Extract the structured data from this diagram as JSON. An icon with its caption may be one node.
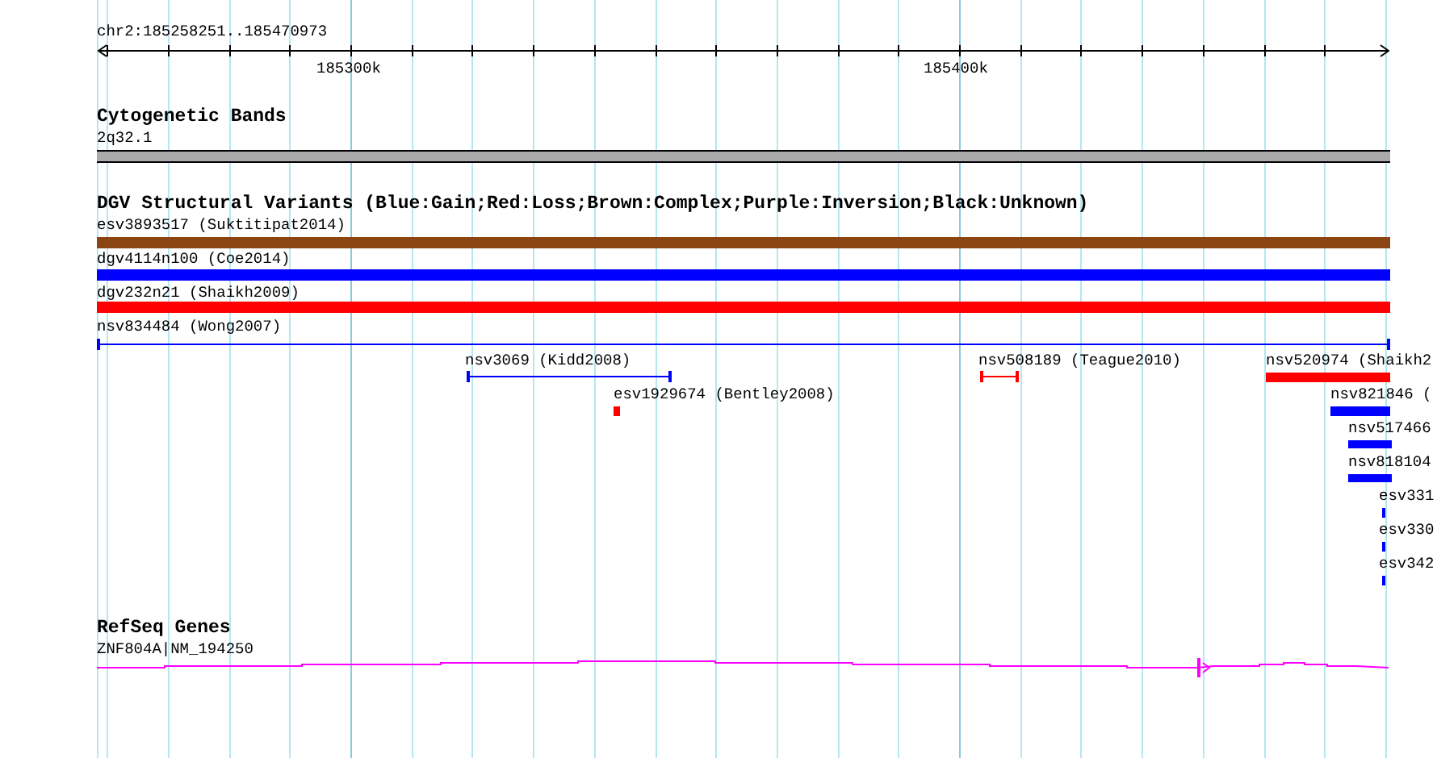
{
  "diagram": {
    "labels": [
      "chr2:185258251..185470973",
      "185300k",
      "185400k",
      "Cytogenetic Bands",
      "2q32.1",
      "DGV Structural Variants (Blue:Gain;Red:Loss;Brown:Complex;Purple:Inversion;Black:Unknown)",
      "esv3893517 (Suktitipat2014)",
      "dgv4114n100 (Coe2014)",
      "dgv232n21 (Shaikh2009)",
      "nsv834484 (Wong2007)",
      "nsv3069 (Kidd2008)",
      "nsv508189 (Teague2010)",
      "nsv520974 (Shaikh2",
      "esv1929674 (Bentley2008)",
      "nsv821846 (",
      "nsv517466",
      "nsv818104",
      "esv331",
      "esv330",
      "esv342",
      "RefSeq Genes",
      "ZNF804A|NM_194250"
    ]
  }
}
